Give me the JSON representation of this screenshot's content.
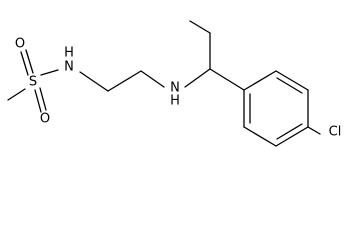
{
  "molecule": {
    "atoms": {
      "sulfur": "S",
      "oxygen_top": "O",
      "oxygen_bottom": "O",
      "sulfonamide_nitrogen": "N",
      "sulfonamide_hydrogen": "H",
      "amine_nitrogen": "N",
      "amine_hydrogen": "H",
      "chlorine": "Cl"
    }
  },
  "colors": {
    "bond": "#000000",
    "label": "#000000",
    "background": "#ffffff"
  }
}
